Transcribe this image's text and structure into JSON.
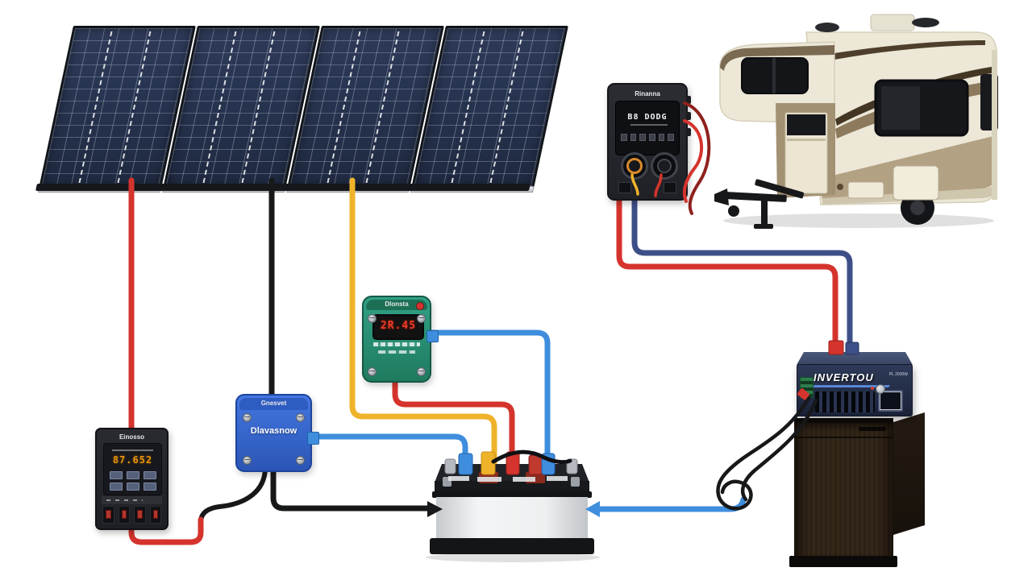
{
  "palette": {
    "wire_red": "#d4342d",
    "wire_darkred": "#8f211d",
    "wire_yellow": "#efb32b",
    "wire_blue": "#3f8edd",
    "wire_navy": "#3d4f87",
    "wire_black": "#17181a",
    "panel_cell": "#273450",
    "controller_green": "#2a9178",
    "junction_blue": "#2f62c8",
    "device_dark": "#26282d",
    "inverter_navy": "#2b3652",
    "fridge_brown": "#32261a",
    "battery_case": "#eceeef",
    "rv_cream": "#ece7d6",
    "rv_tan": "#b3a184"
  },
  "solar_array": {
    "panel_count": 4
  },
  "shunt_monitor": {
    "brand": "Rinanna",
    "display": "B8 DODG"
  },
  "charge_controller": {
    "brand": "Dlonsta",
    "display": "2R.45"
  },
  "junction_box": {
    "header": "Gnesvet",
    "label": "Dlavasnow"
  },
  "battery_monitor": {
    "brand": "Einosso",
    "display": "87.652"
  },
  "inverter": {
    "label": "INVERTOU",
    "badge": "PL 2000W"
  }
}
